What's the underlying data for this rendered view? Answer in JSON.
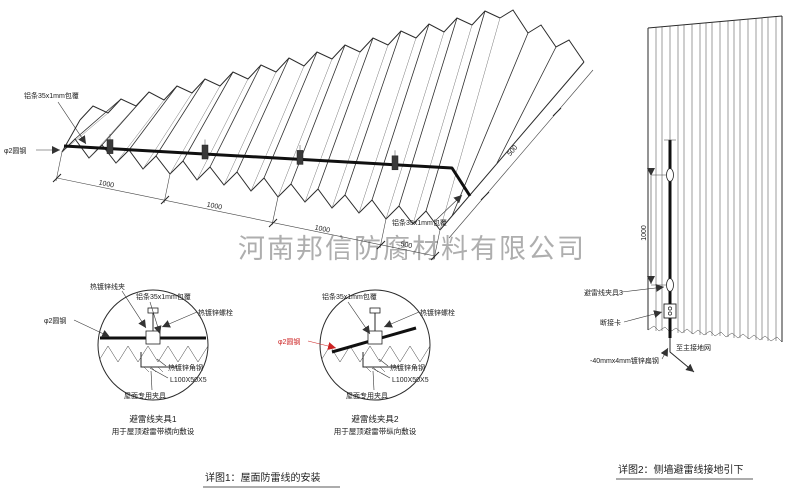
{
  "watermark": "河南邦信防腐材料有限公司",
  "main": {
    "al_strip_top": "铝条35x1mm包覆",
    "al_strip_right": "铝条35x1mm包覆",
    "round_steel": "φ2圆钢",
    "dims": [
      "1000",
      "1000",
      "1000",
      "500"
    ],
    "dim_slope": "500",
    "caption": "详图1：屋面防雷线的安装"
  },
  "detail1": {
    "wire_clip": "热镀锌线夹",
    "al_strip": "铝条35x1mm包覆",
    "bolt": "热镀锌螺栓",
    "round_steel": "φ2圆钢",
    "angle_steel": "热镀锌角钢",
    "angle_size": "L100X50X5",
    "roof_clamp": "屋面专用夹具",
    "title": "避雷线夹具1",
    "subtitle": "用于屋顶避雷带横向敷设"
  },
  "detail2": {
    "al_strip": "铝条35x1mm包覆",
    "bolt": "热镀锌螺栓",
    "round_steel": "φ2圆钢",
    "angle_steel": "热镀锌角钢",
    "angle_size": "L100X50X5",
    "roof_clamp": "屋面专用夹具",
    "title": "避雷线夹具2",
    "subtitle": "用于屋顶避雷带纵向敷设"
  },
  "wall": {
    "clamp3": "避雷线夹具3",
    "disconnect": "断接卡",
    "to_ground": "至主接地网",
    "flat_steel": "-40mmx4mm镀锌扁钢",
    "dim": "1000",
    "caption": "详图2：侧墙避雷线接地引下"
  }
}
